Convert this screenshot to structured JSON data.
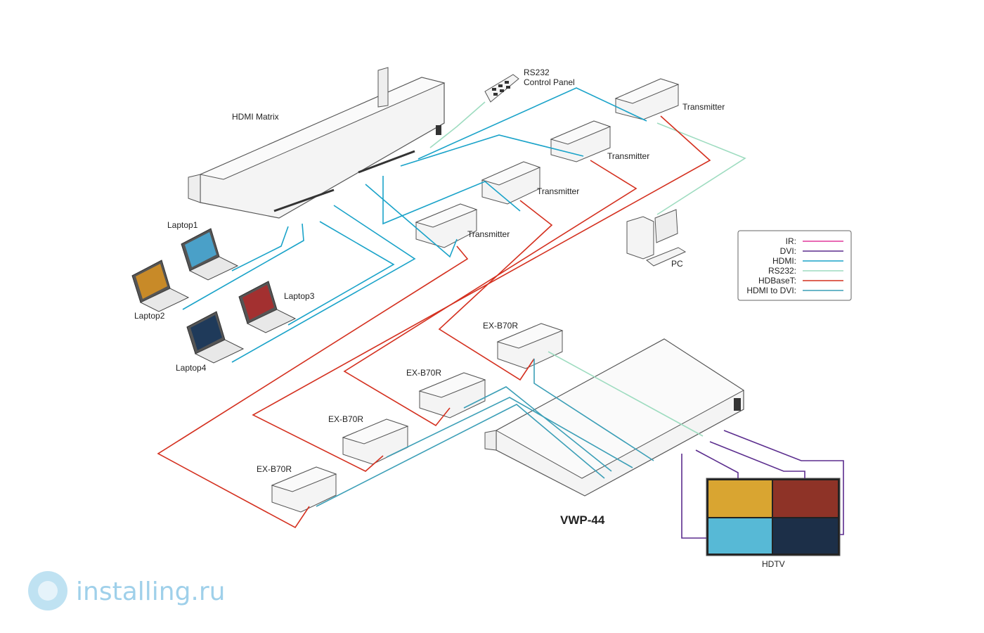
{
  "labels": {
    "hdmi_matrix": "HDMI Matrix",
    "rs232_panel_line1": "RS232",
    "rs232_panel_line2": "Control Panel",
    "transmitter": "Transmitter",
    "pc": "PC",
    "laptop1": "Laptop1",
    "laptop2": "Laptop2",
    "laptop3": "Laptop3",
    "laptop4": "Laptop4",
    "receiver": "EX-B70R",
    "video_wall": "VWP-44",
    "hdtv": "HDTV"
  },
  "legend": {
    "items": [
      {
        "label": "IR:",
        "color": "#e0399b"
      },
      {
        "label": "DVI:",
        "color": "#5b2d8e"
      },
      {
        "label": "HDMI:",
        "color": "#1aa3c9"
      },
      {
        "label": "RS232:",
        "color": "#9edcc0"
      },
      {
        "label": "HDBaseT:",
        "color": "#d4301f"
      },
      {
        "label": "HDMI to DVI:",
        "color": "#3c9fb7"
      }
    ]
  },
  "colors": {
    "hdmi": "#1aa3c9",
    "hdbaset": "#d4301f",
    "rs232": "#9edcc0",
    "dvi": "#5b2d8e",
    "hdmi_dvi": "#3c9fb7",
    "device_face": "#f3f3f3",
    "device_edge": "#555555"
  },
  "watermark": {
    "text": "installing.ru"
  }
}
